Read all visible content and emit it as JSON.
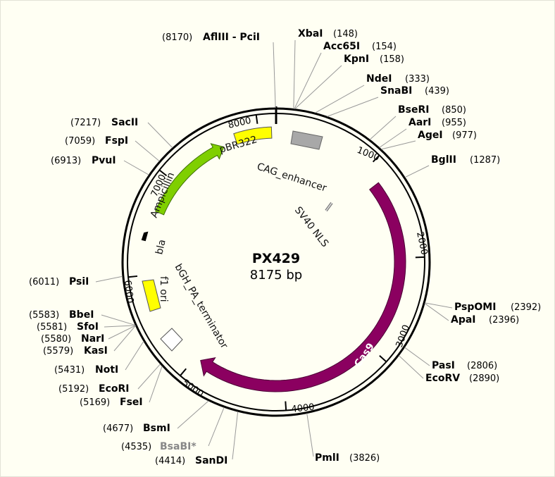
{
  "plasmid": {
    "name": "PX429",
    "size_label": "8175 bp",
    "length": 8175,
    "ticks": [
      "1000",
      "2000",
      "3000",
      "4000",
      "5000",
      "6000",
      "7000",
      "8000"
    ]
  },
  "features": [
    {
      "label": "Cas9",
      "color": "#8b0060",
      "type": "arrow",
      "direction": "cw"
    },
    {
      "label": "Ampicillin",
      "color": "#7fcf00",
      "type": "arrow",
      "direction": "cw"
    },
    {
      "label": "pBR322",
      "color": "#ffff00",
      "type": "box"
    },
    {
      "label": "f1 ori",
      "color": "#ffff00",
      "type": "box"
    },
    {
      "label": "CAG_enhancer",
      "color": "#a8a8a8",
      "type": "box"
    },
    {
      "label": "SV40 NLS",
      "color": "#a8a8a8",
      "type": "box"
    },
    {
      "label": "bGH_PA_terminator",
      "color": "#ffffff",
      "type": "box"
    },
    {
      "label": "bla",
      "color": "#000000",
      "type": "bar"
    }
  ],
  "sites": [
    {
      "name": "AflIII - PciI",
      "pos": "(8170)"
    },
    {
      "name": "XbaI",
      "pos": "(148)"
    },
    {
      "name": "Acc65I",
      "pos": "(154)"
    },
    {
      "name": "KpnI",
      "pos": "(158)"
    },
    {
      "name": "NdeI",
      "pos": "(333)"
    },
    {
      "name": "SnaBI",
      "pos": "(439)"
    },
    {
      "name": "BseRI",
      "pos": "(850)"
    },
    {
      "name": "AarI",
      "pos": "(955)"
    },
    {
      "name": "AgeI",
      "pos": "(977)"
    },
    {
      "name": "BglII",
      "pos": "(1287)"
    },
    {
      "name": "PspOMI",
      "pos": "(2392)"
    },
    {
      "name": "ApaI",
      "pos": "(2396)"
    },
    {
      "name": "PasI",
      "pos": "(2806)"
    },
    {
      "name": "EcoRV",
      "pos": "(2890)"
    },
    {
      "name": "PmlI",
      "pos": "(3826)"
    },
    {
      "name": "SanDI",
      "pos": "(4414)"
    },
    {
      "name": "BsaBI*",
      "pos": "(4535)",
      "dimmed": true
    },
    {
      "name": "BsmI",
      "pos": "(4677)"
    },
    {
      "name": "FseI",
      "pos": "(5169)"
    },
    {
      "name": "EcoRI",
      "pos": "(5192)"
    },
    {
      "name": "NotI",
      "pos": "(5431)"
    },
    {
      "name": "KasI",
      "pos": "(5579)"
    },
    {
      "name": "NarI",
      "pos": "(5580)"
    },
    {
      "name": "SfoI",
      "pos": "(5581)"
    },
    {
      "name": "BbeI",
      "pos": "(5583)"
    },
    {
      "name": "PsiI",
      "pos": "(6011)"
    },
    {
      "name": "PvuI",
      "pos": "(6913)"
    },
    {
      "name": "FspI",
      "pos": "(7059)"
    },
    {
      "name": "SacII",
      "pos": "(7217)"
    }
  ]
}
